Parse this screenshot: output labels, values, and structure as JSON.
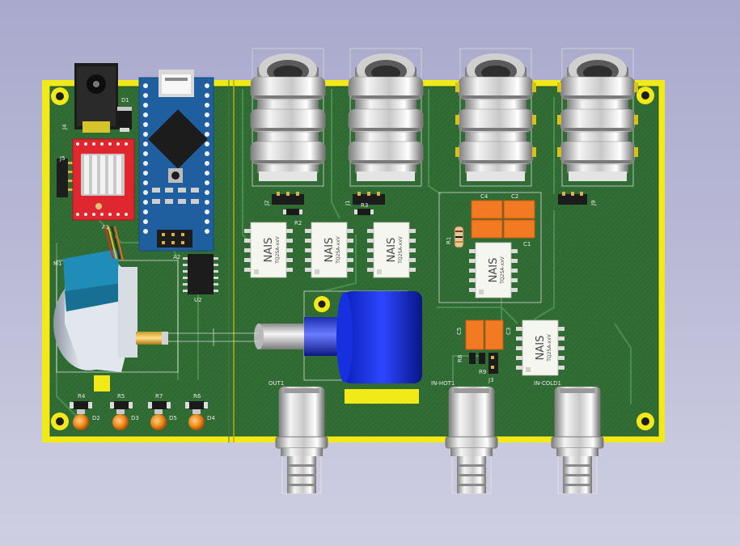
{
  "colors": {
    "background": "#b5b5d3",
    "pcb": "#2f6a33",
    "pcb_trace": "#3f8043",
    "edge": "#f2ea18",
    "silkscreen": "#e8e8e8"
  },
  "board": {
    "labels": {
      "j4": "J4",
      "d1": "D1",
      "j5": "J5",
      "a1": "A1",
      "a2": "A2",
      "u2": "U2",
      "m1": "M1",
      "j2": "J2",
      "j1": "J1",
      "j9": "J9",
      "r2": "R2",
      "r3": "R3",
      "r1": "R1",
      "c1": "C1",
      "c2": "C2",
      "c4": "C4",
      "c5": "C5",
      "c3": "C3",
      "r8": "R8",
      "r9": "R9",
      "j3": "J3",
      "out1": "OUT1",
      "in_hot1": "IN-HOT1",
      "in_cold1": "IN-COLD1",
      "r4": "R4",
      "r5": "R5",
      "r7": "R7",
      "r6": "R6",
      "d2": "D2",
      "d3": "D3",
      "d5": "D5",
      "d4": "D4"
    },
    "relay": {
      "brand": "NAIS",
      "model": "TQ2SA-xxV"
    },
    "components": {
      "audio_jacks": [
        "jack-1",
        "jack-2",
        "jack-3",
        "jack-4"
      ],
      "bnc_connectors": [
        "out1",
        "in-hot1",
        "in-cold1"
      ],
      "relays": [
        "relay-k1",
        "relay-k2",
        "relay-k3",
        "relay-k4",
        "relay-k5"
      ],
      "leds": [
        "d2",
        "d3",
        "d5",
        "d4"
      ]
    }
  }
}
